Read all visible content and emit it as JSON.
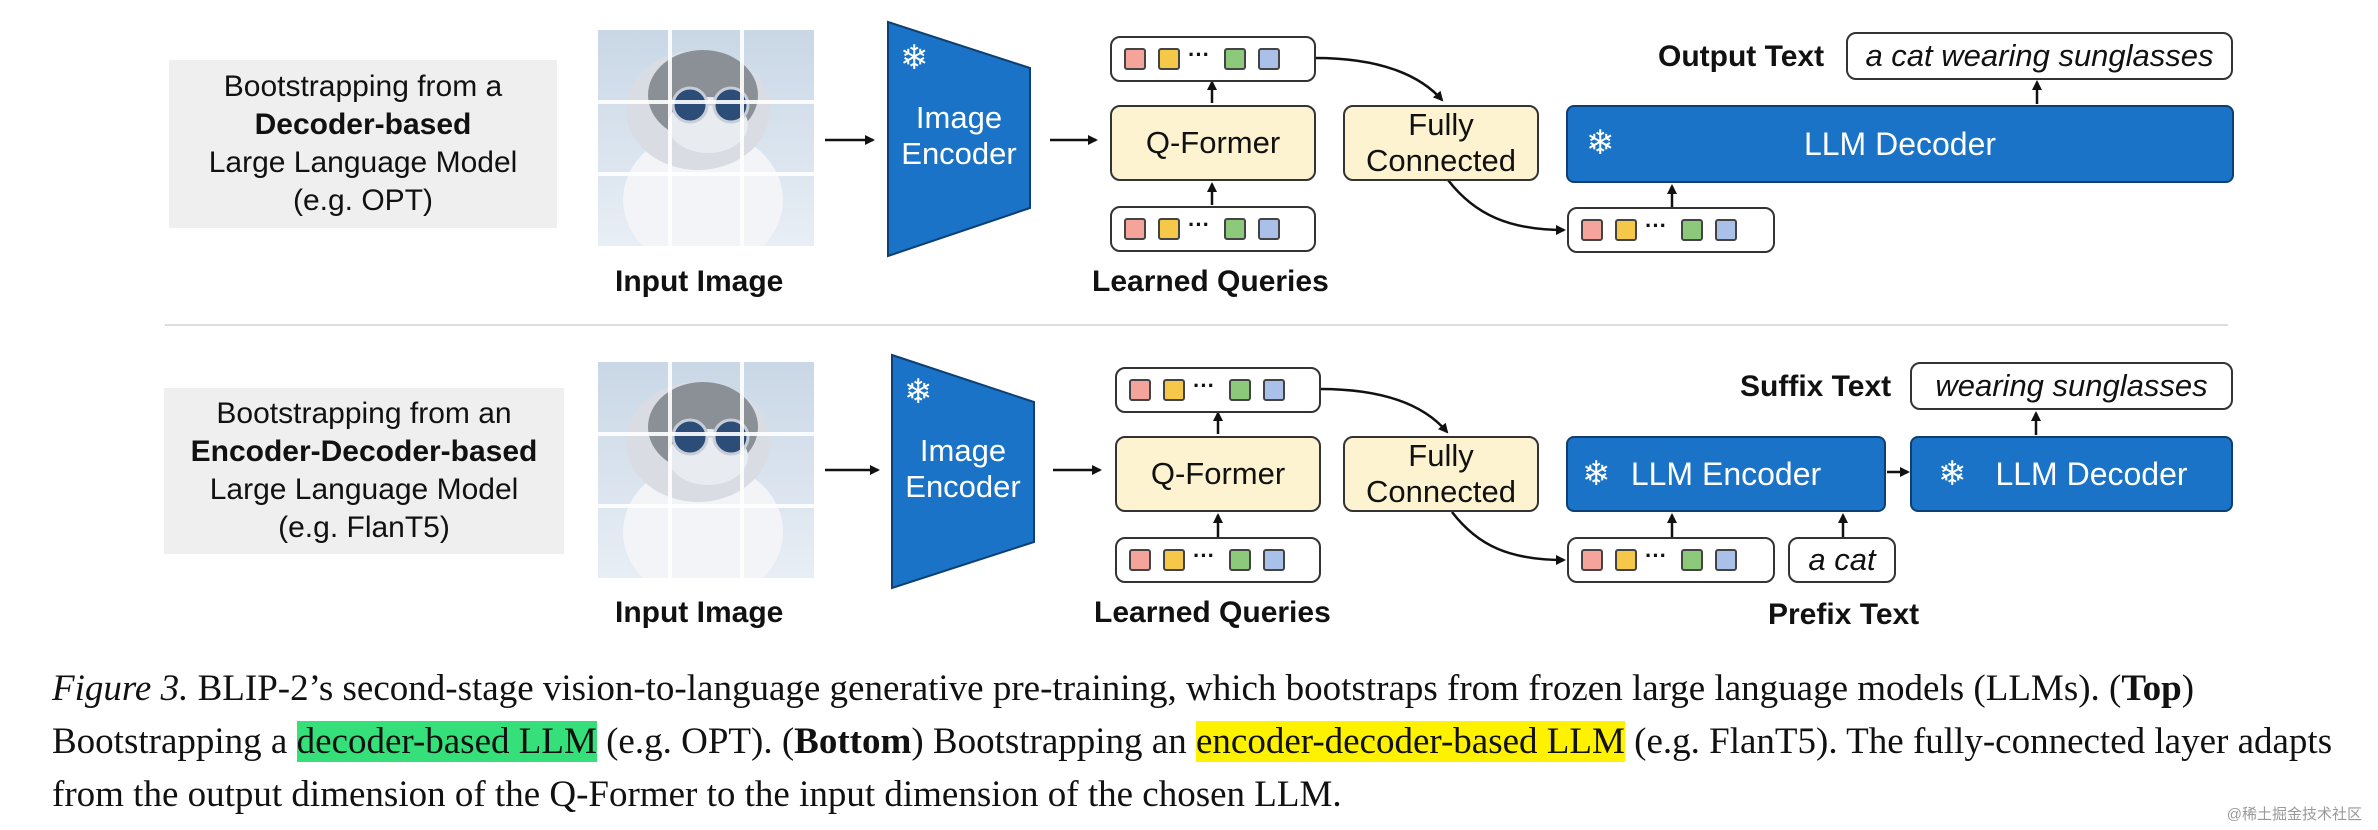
{
  "top": {
    "desc": [
      "Bootstrapping from a",
      "Decoder-based",
      "Large Language Model",
      "(e.g. OPT)"
    ],
    "input_image_label": "Input Image",
    "image_encoder": "Image Encoder",
    "qformer": "Q-Former",
    "learned_queries_label": "Learned Queries",
    "fully_connected": "Fully Connected",
    "llm_decoder": "LLM Decoder",
    "output_label": "Output Text",
    "output_text": "a cat wearing sunglasses"
  },
  "bottom": {
    "desc": [
      "Bootstrapping from an",
      "Encoder-Decoder-based",
      "Large Language Model",
      "(e.g. FlanT5)"
    ],
    "input_image_label": "Input Image",
    "image_encoder": "Image Encoder",
    "qformer": "Q-Former",
    "learned_queries_label": "Learned Queries",
    "fully_connected": "Fully Connected",
    "llm_encoder": "LLM Encoder",
    "llm_decoder": "LLM Decoder",
    "suffix_label": "Suffix Text",
    "suffix_text": "wearing sunglasses",
    "prefix_label": "Prefix Text",
    "prefix_text": "a cat"
  },
  "token_colors": [
    "#f4a49b",
    "#f6c84a",
    "#8cc97a",
    "#a9c1e8"
  ],
  "token_ellipsis": "···",
  "caption": {
    "fig": "Figure 3.",
    "s1": " BLIP-2’s second-stage vision-to-language generative pre-training, which bootstraps from frozen large language models (LLMs). (",
    "top": "Top",
    "s2": ") Bootstrapping a ",
    "hl1": "decoder-based LLM",
    "s3": " (e.g. OPT). (",
    "bottom": "Bottom",
    "s4": ") Bootstrapping an ",
    "hl2": "encoder-decoder-based LLM",
    "s5": " (e.g. FlanT5). The fully-connected layer adapts from the output dimension of the Q-Former to the input dimension of the chosen LLM."
  },
  "watermark": "@稀土掘金技术社区"
}
